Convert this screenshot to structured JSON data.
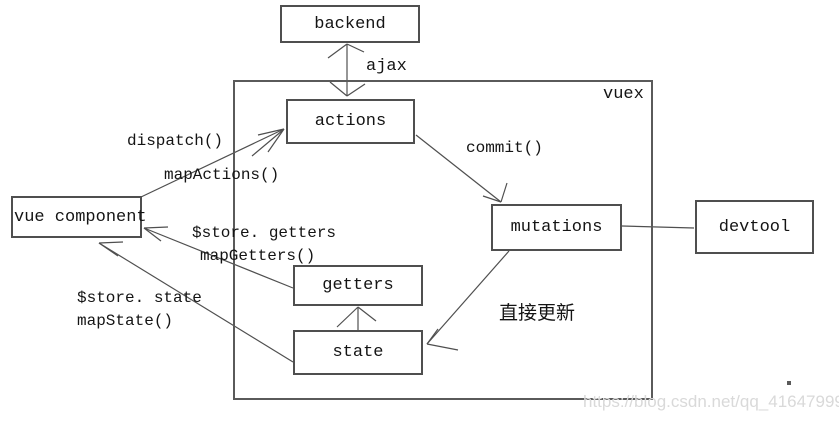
{
  "diagram": {
    "container_label": "vuex",
    "nodes": {
      "backend": "backend",
      "actions": "actions",
      "vue_component": "vue component",
      "mutations": "mutations",
      "devtool": "devtool",
      "getters": "getters",
      "state": "state"
    },
    "edge_labels": {
      "ajax": "ajax",
      "dispatch": "dispatch()",
      "map_actions": "mapActions()",
      "commit": "commit()",
      "store_getters": "$store. getters",
      "map_getters": "mapGetters()",
      "store_state": "$store. state",
      "map_state": "mapState()",
      "direct_update": "直接更新"
    },
    "watermark": "https://blog.csdn.net/qq_41647999",
    "colors": {
      "line": "#4f4f4f",
      "box_border": "#4f4f4f",
      "text": "#141414",
      "watermark": "#d9d9d9",
      "background": "#ffffff"
    }
  }
}
